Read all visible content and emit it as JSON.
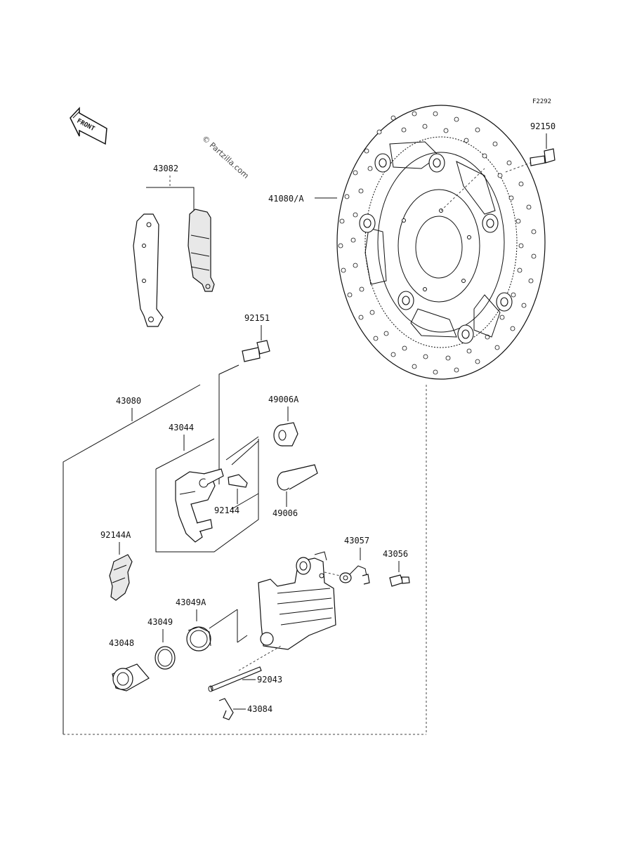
{
  "diagram_code": "F2292",
  "watermark": "© Partzilla.com",
  "front_label": "FRONT",
  "parts": {
    "p92150": "92150",
    "p41080A": "41080/A",
    "p43082": "43082",
    "p92151": "92151",
    "p43080": "43080",
    "p49006A": "49006A",
    "p43044": "43044",
    "p92144": "92144",
    "p49006": "49006",
    "p92144A": "92144A",
    "p43057": "43057",
    "p43056": "43056",
    "p43049A": "43049A",
    "p43049": "43049",
    "p43048": "43048",
    "p92043": "92043",
    "p43084": "43084"
  }
}
